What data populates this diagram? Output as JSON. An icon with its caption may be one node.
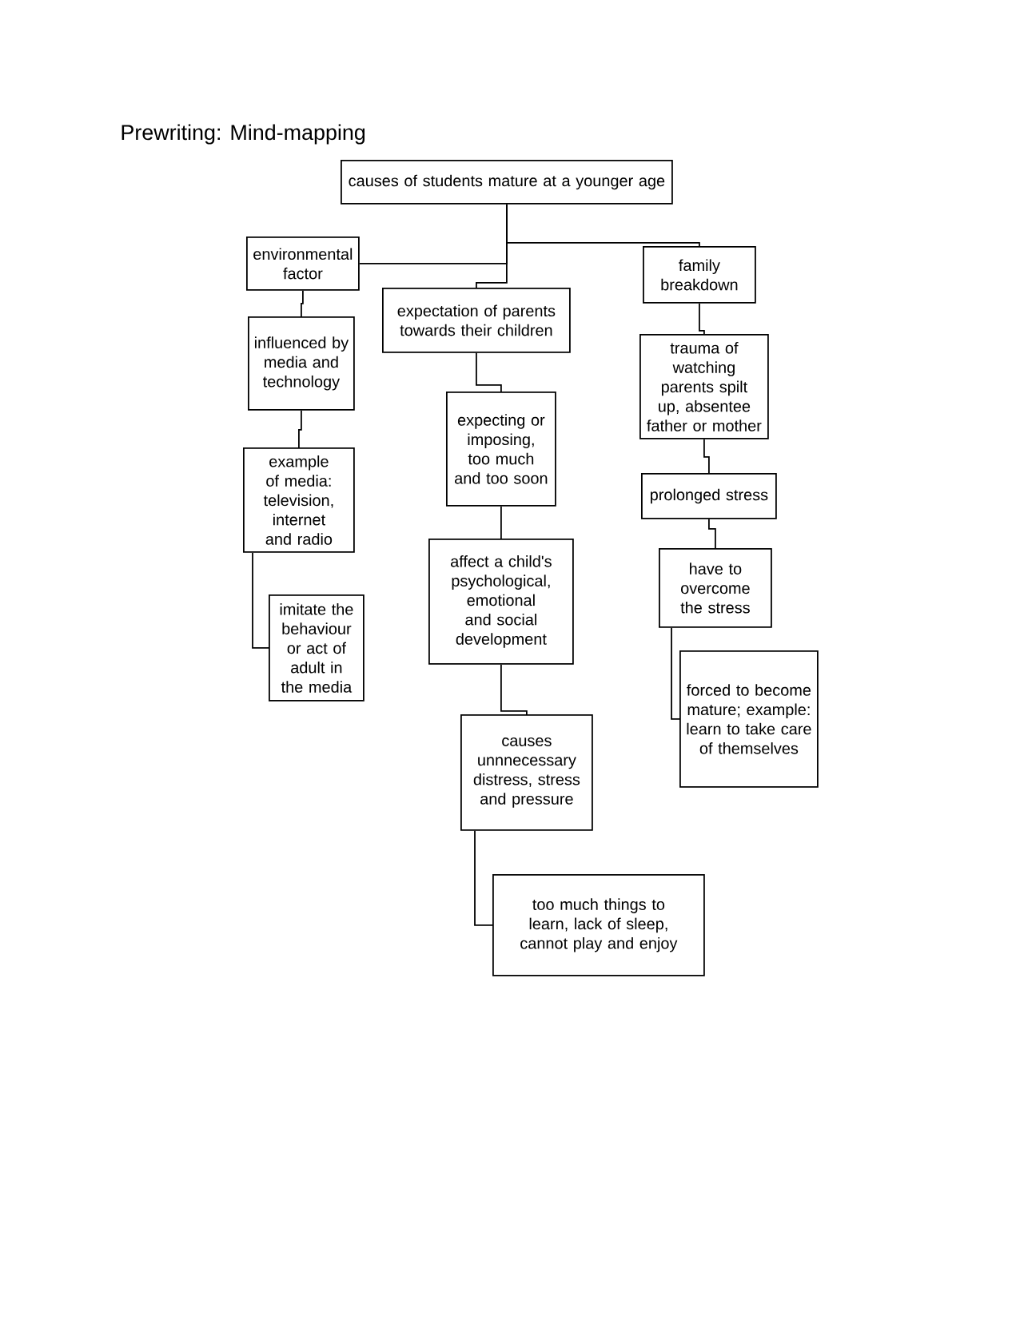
{
  "diagram": {
    "title": "Prewriting: Mind-mapping",
    "nodes": [
      {
        "text": [
          "causes of students mature at a younger age"
        ]
      },
      {
        "text": [
          "environmental factor"
        ]
      },
      {
        "text": [
          "expectation of parents towards their children"
        ]
      },
      {
        "text": [
          "family breakdown"
        ]
      },
      {
        "text": [
          "influenced by media and technology"
        ]
      },
      {
        "text": [
          "trauma of watching parents spilt up, absentee father or mother"
        ]
      },
      {
        "text": [
          "expecting or imposing, too much and too soon"
        ]
      },
      {
        "text": [
          "example of media: television, internet and radio"
        ]
      },
      {
        "text": [
          "prolonged stress"
        ]
      },
      {
        "text": [
          "affect a child's psychological, emotional and social development"
        ]
      },
      {
        "text": [
          "have to overcome the stress"
        ]
      },
      {
        "text": [
          "imitate the behaviour or act of adult in the media"
        ]
      },
      {
        "text": [
          "forced to become mature; example: learn to take care of themselves"
        ]
      },
      {
        "text": [
          "causes unnnecessary distress, stress and pressure"
        ]
      },
      {
        "text": [
          "too much things to learn, lack of sleep, cannot play and enjoy"
        ]
      }
    ],
    "edges": [
      {
        "from": 0,
        "to": 1,
        "arrow": "none"
      },
      {
        "from": 0,
        "to": 2,
        "arrow": "none"
      },
      {
        "from": 0,
        "to": 3,
        "arrow": "none"
      },
      {
        "from": 1,
        "to": 4,
        "arrow": "none"
      },
      {
        "from": 4,
        "to": 7,
        "arrow": "none"
      },
      {
        "from": 7,
        "to": 11,
        "arrow": "none"
      },
      {
        "from": 2,
        "to": 6,
        "arrow": "none"
      },
      {
        "from": 6,
        "to": 9,
        "arrow": "none"
      },
      {
        "from": 9,
        "to": 13,
        "arrow": "none"
      },
      {
        "from": 13,
        "to": 14,
        "arrow": "none"
      },
      {
        "from": 3,
        "to": 5,
        "arrow": "none"
      },
      {
        "from": 5,
        "to": 8,
        "arrow": "none"
      },
      {
        "from": 8,
        "to": 10,
        "arrow": "none"
      },
      {
        "from": 10,
        "to": 12,
        "arrow": "none"
      }
    ]
  }
}
